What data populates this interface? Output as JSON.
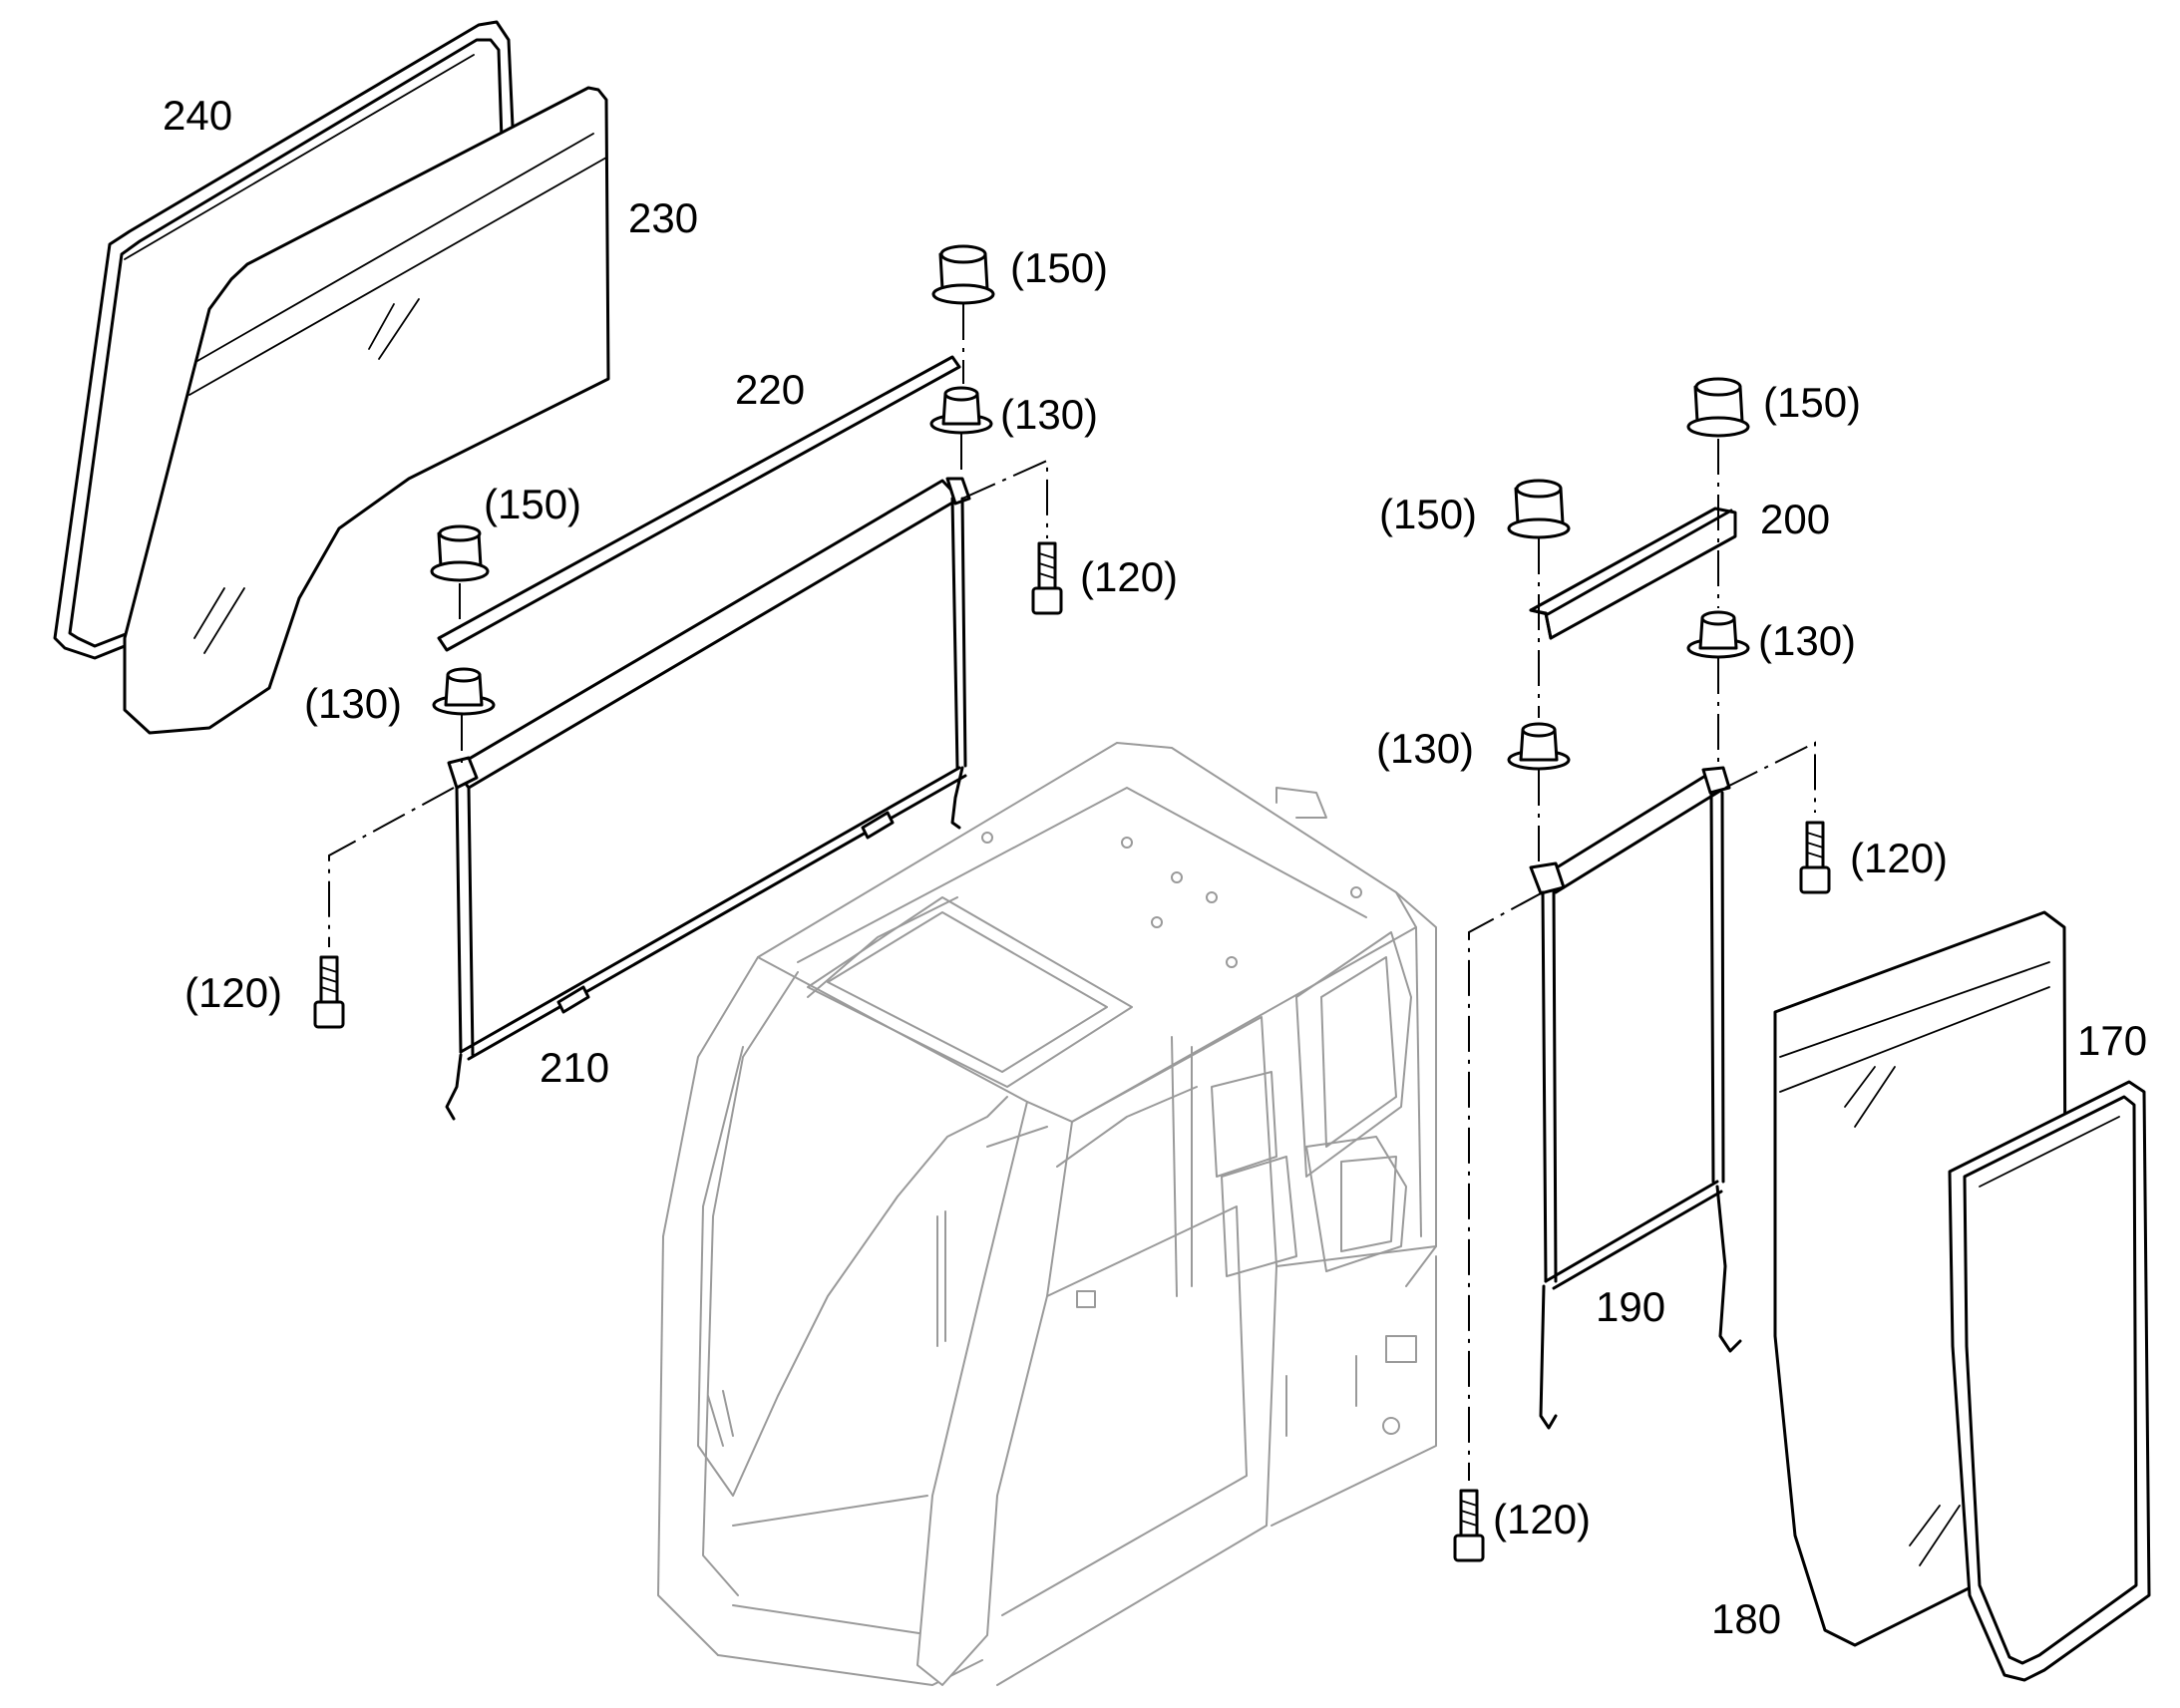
{
  "diagram": {
    "callouts": {
      "c240": "240",
      "c230": "230",
      "c220": "220",
      "c210": "210",
      "c200": "200",
      "c190": "190",
      "c180": "180",
      "c170": "170",
      "c150a": "(150)",
      "c150b": "(150)",
      "c150c": "(150)",
      "c150d": "(150)",
      "c130a": "(130)",
      "c130b": "(130)",
      "c130c": "(130)",
      "c130d": "(130)",
      "c120a": "(120)",
      "c120b": "(120)",
      "c120c": "(120)",
      "c120d": "(120)"
    }
  }
}
